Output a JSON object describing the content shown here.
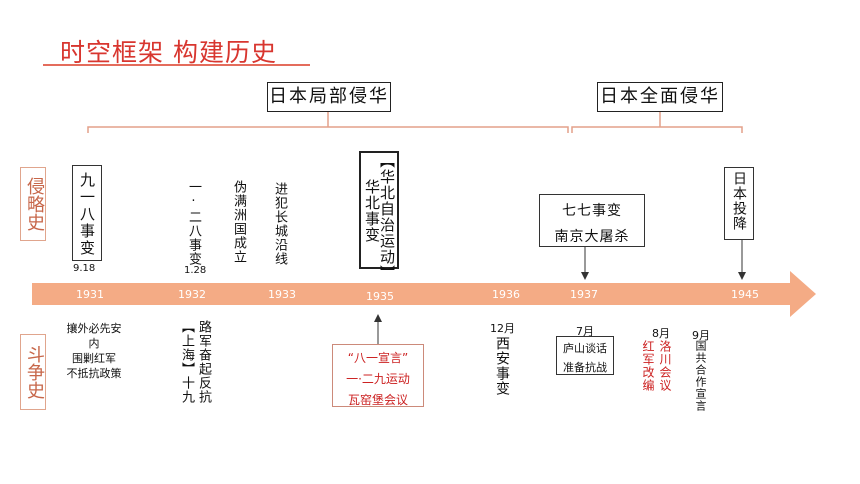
{
  "header": {
    "title": "时空框架  构建历史"
  },
  "periods": [
    {
      "label": "日本局部侵华"
    },
    {
      "label": "日本全面侵华"
    }
  ],
  "side_labels": {
    "aggression": "侵略史",
    "struggle": "斗争史"
  },
  "years": [
    "1931",
    "1932",
    "1933",
    "1935",
    "1936",
    "1937",
    "1945"
  ],
  "aggression_events": {
    "e918": {
      "text": "九一八事变",
      "date": "9.18"
    },
    "e128": {
      "text": "一·二八事变",
      "date": "1.28"
    },
    "manchukuo": "伪满洲国成立",
    "greatwall": "进犯长城沿线",
    "huabei1": "【华北自治运动】",
    "huabei2": "华北事变",
    "e77": "七七事变",
    "nanjing": "南京大屠杀",
    "surrender": "日本投降"
  },
  "struggle_events": {
    "policy": [
      "攘外必先安",
      "内",
      "围剿红军",
      "不抵抗政策"
    ],
    "shanghai1": "【上海】十九",
    "shanghai2": "路军奋起反抗",
    "aug1": "“八一宣言”",
    "dec9": "一·二九运动",
    "wayaobao": "瓦窑堡会议",
    "xian_month": "12月",
    "xian": "西安事变",
    "lushan_month": "7月",
    "lushan1": "庐山谈话",
    "lushan2": "准备抗战",
    "luochuan_month": "8月",
    "luochuan1": "洛川会议",
    "luochuan2": "红军改编",
    "sep_month": "9月",
    "coop": "国共合作宣言"
  }
}
